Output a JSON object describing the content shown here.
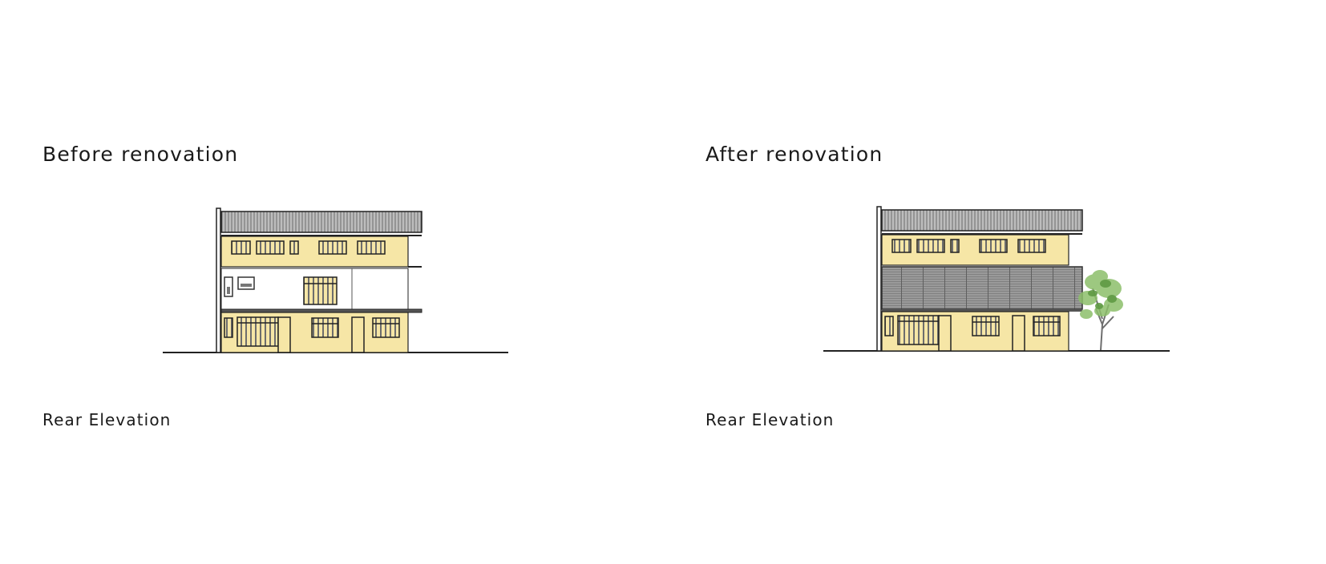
{
  "panels": [
    {
      "title": "Before renovation",
      "caption": "Rear Elevation"
    },
    {
      "title": "After renovation",
      "caption": "Rear Elevation"
    }
  ],
  "colors": {
    "wall": "#f6e6a6",
    "roof": "#a7a7a7",
    "louver": "#8d8d8d",
    "window_glass": "#8a8a8a",
    "outline": "#2a2a2a",
    "tree": "#7fae5b"
  }
}
